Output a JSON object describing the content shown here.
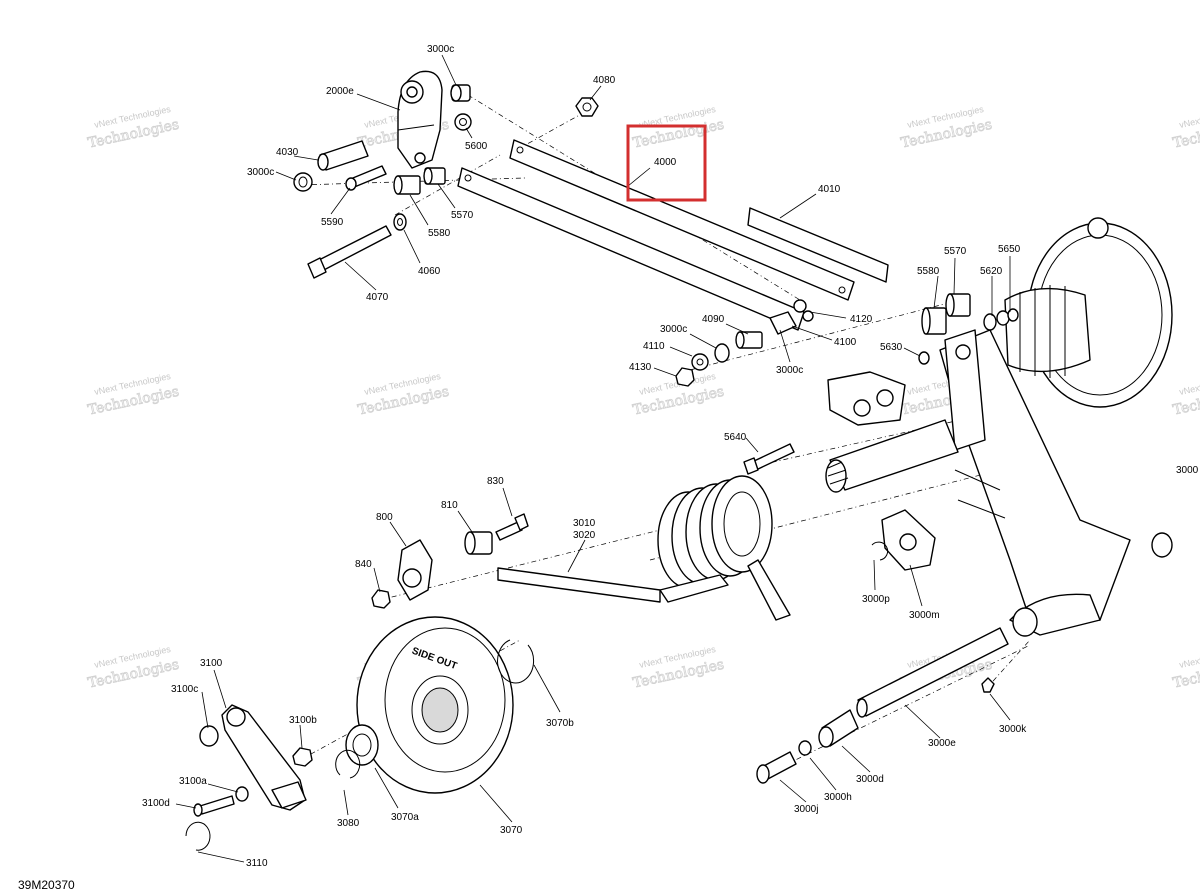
{
  "drawing_id": "39M20370",
  "watermark": {
    "line1": "vNext Technologies",
    "line2": "Technologies"
  },
  "wheel_text": "SIDE OUT",
  "highlight": {
    "label": "4000",
    "color": "#d32f2f"
  },
  "labels": {
    "l_3000c_a": "3000c",
    "l_2000e": "2000e",
    "l_4080": "4080",
    "l_5600": "5600",
    "l_4030": "4030",
    "l_3000c_b": "3000c",
    "l_5590": "5590",
    "l_5570_a": "5570",
    "l_5580_a": "5580",
    "l_4060": "4060",
    "l_4070": "4070",
    "l_4010": "4010",
    "l_5570_b": "5570",
    "l_5650": "5650",
    "l_5580_b": "5580",
    "l_5620": "5620",
    "l_4120": "4120",
    "l_4090": "4090",
    "l_3000c_c": "3000c",
    "l_4110": "4110",
    "l_4100": "4100",
    "l_5630": "5630",
    "l_4130": "4130",
    "l_3000c_d": "3000c",
    "l_5640": "5640",
    "l_3000": "3000",
    "l_830": "830",
    "l_810": "810",
    "l_3010": "3010",
    "l_3020": "3020",
    "l_800": "800",
    "l_840": "840",
    "l_3000p": "3000p",
    "l_3000m": "3000m",
    "l_3100": "3100",
    "l_3100c": "3100c",
    "l_3070b": "3070b",
    "l_3100b": "3100b",
    "l_3000k": "3000k",
    "l_3000e": "3000e",
    "l_3100a": "3100a",
    "l_3100d": "3100d",
    "l_3080": "3080",
    "l_3070a": "3070a",
    "l_3000d": "3000d",
    "l_3000h": "3000h",
    "l_3000j": "3000j",
    "l_3070": "3070",
    "l_3110": "3110"
  }
}
